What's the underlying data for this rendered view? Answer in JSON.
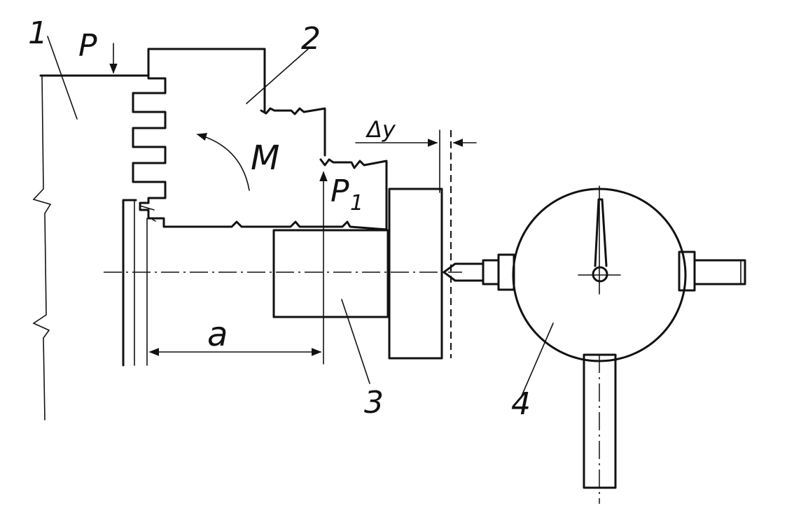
{
  "diagram": {
    "labels": {
      "part_1": "1",
      "part_2": "2",
      "part_3": "3",
      "part_4": "4",
      "force_p": "P",
      "force_p1": "P",
      "force_p1_sub": "1",
      "moment": "M",
      "distance": "a",
      "deflection": "Δy"
    }
  }
}
